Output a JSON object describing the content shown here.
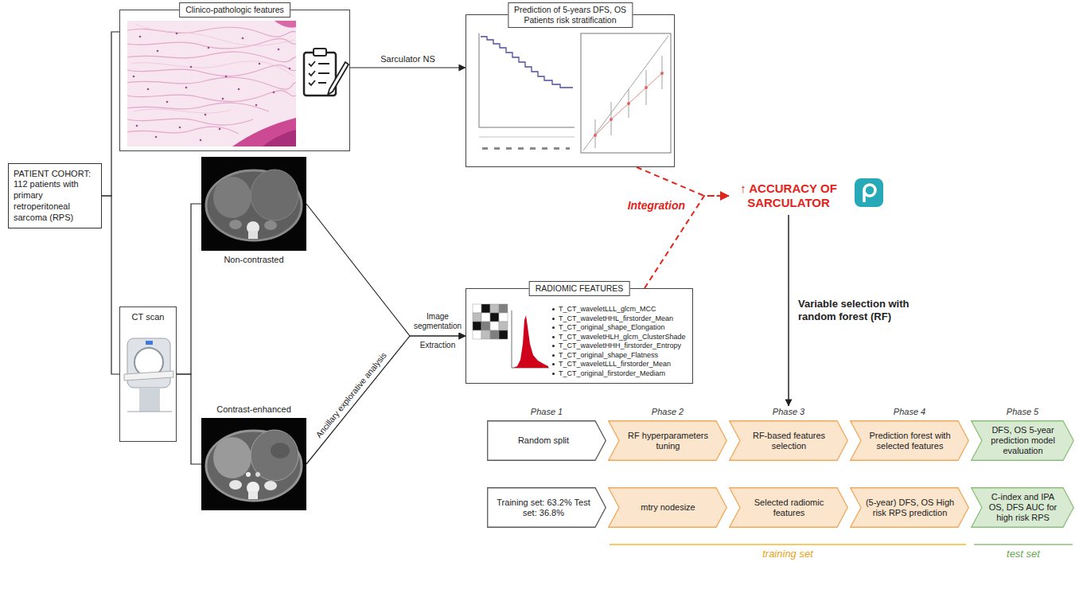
{
  "diagram": {
    "nodes": [
      {
        "text": [
          "PATIENT COHORT: 112 patients with primary retroperitoneal sarcoma (RPS)"
        ]
      },
      {
        "text": [
          "Clinico-pathologic features"
        ]
      },
      {
        "text": [
          "Prediction of 5-years DFS, OS",
          "Patients risk stratification"
        ]
      },
      {
        "text": [
          "CT scan"
        ]
      },
      {
        "text": [
          "Non-contrasted"
        ]
      },
      {
        "text": [
          "Contrast-enhanced"
        ]
      },
      {
        "text": [
          "RADIOMIC FEATURES",
          "T_CT_waveletLLL_glcm_MCC",
          "T_CT_waveletHHL_firstorder_Mean",
          "T_CT_original_shape_Elongation",
          "T_CT_waveletHLH_glcm_ClusterShade",
          "T_CT_waveletHHH_firstorder_Entropy",
          "T_CT_original_shape_Flatness",
          "T_CT_waveletLLL_firstorder_Mean",
          "T_CT_original_firstorder_Mediam"
        ]
      },
      {
        "text": [
          "↑ ACCURACY OF SARCULATOR"
        ]
      },
      {
        "text": [
          "Phase 1",
          "Random split"
        ]
      },
      {
        "text": [
          "Phase 2",
          "RF hyperparameters tuning"
        ]
      },
      {
        "text": [
          "Phase 3",
          "RF-based features selection"
        ]
      },
      {
        "text": [
          "Phase 4",
          "Prediction forest with selected features"
        ]
      },
      {
        "text": [
          "Phase 5",
          "DFS, OS 5-year prediction model evaluation"
        ]
      },
      {
        "text": [
          "Training set: 63.2% Test set: 36.8%"
        ]
      },
      {
        "text": [
          "mtry nodesize"
        ]
      },
      {
        "text": [
          "Selected radiomic features"
        ]
      },
      {
        "text": [
          "(5-year) DFS, OS High risk RPS prediction"
        ]
      },
      {
        "text": [
          "C-index and IPA OS, DFS AUC for high risk RPS"
        ]
      }
    ],
    "edges": [
      {
        "from": 0,
        "to": 1,
        "arrow": "none"
      },
      {
        "from": 0,
        "to": 3,
        "arrow": "none"
      },
      {
        "from": 1,
        "to": 2,
        "label": "Sarculator NS",
        "arrow": "to"
      },
      {
        "from": 3,
        "to": 4,
        "arrow": "none"
      },
      {
        "from": 3,
        "to": 5,
        "arrow": "none"
      },
      {
        "from": 4,
        "to": 6,
        "arrow": "to"
      },
      {
        "from": 5,
        "to": 6,
        "arrow": "to"
      },
      {
        "from": 2,
        "to": 7,
        "arrow": "to"
      },
      {
        "from": 6,
        "to": 7,
        "arrow": "to"
      },
      {
        "from": 7,
        "to": 10,
        "label": "Variable selection with random forest (RF)",
        "arrow": "to"
      }
    ],
    "labels": [
      "Image segmentation",
      "Extraction",
      "Ancillary explorative analysis",
      "Integration",
      "training set",
      "test set"
    ]
  }
}
